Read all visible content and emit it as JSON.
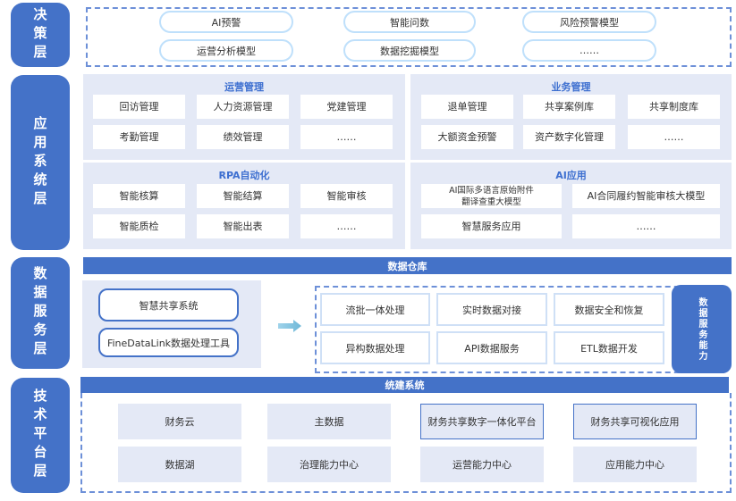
{
  "layers": [
    "决策层",
    "应用系统层",
    "数据服务层",
    "技术平台层"
  ],
  "decision": [
    "AI预警",
    "智能问数",
    "风险预警模型",
    "运营分析模型",
    "数据挖掘模型",
    "……"
  ],
  "app": {
    "ops": {
      "title": "运营管理",
      "items": [
        "回访管理",
        "人力资源管理",
        "党建管理",
        "考勤管理",
        "绩效管理",
        "……"
      ]
    },
    "biz": {
      "title": "业务管理",
      "items": [
        "退单管理",
        "共享案例库",
        "共享制度库",
        "大额资金预警",
        "资产数字化管理",
        "……"
      ]
    },
    "rpa": {
      "title": "RPA自动化",
      "items": [
        "智能核算",
        "智能结算",
        "智能审核",
        "智能质检",
        "智能出表",
        "……"
      ]
    },
    "ai": {
      "title": "AI应用",
      "items": [
        "AI国际多语言原始附件\n翻译查重大模型",
        "AI合同履约智能审核大模型",
        "智慧服务应用",
        "……"
      ]
    }
  },
  "data": {
    "bar": "数据仓库",
    "sources": [
      "智慧共享系统",
      "FineDataLink数据处理工具"
    ],
    "capabilities": [
      "流批一体处理",
      "实时数据对接",
      "数据安全和恢复",
      "异构数据处理",
      "API数据服务",
      "ETL数据开发"
    ],
    "side": "数据服务能力"
  },
  "tech": {
    "bar": "统建系统",
    "items": [
      "财务云",
      "主数据",
      "财务共享数字一体化平台",
      "财务共享可视化应用",
      "数据湖",
      "治理能力中心",
      "运营能力中心",
      "应用能力中心"
    ]
  }
}
